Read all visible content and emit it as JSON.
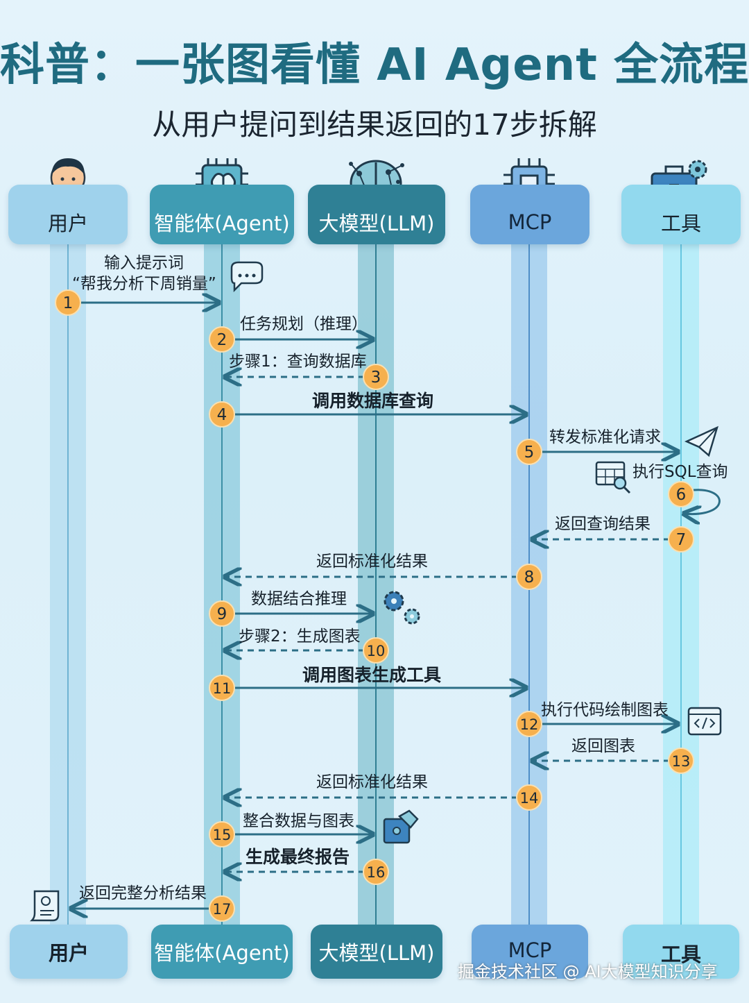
{
  "title": "科普：一张图看懂 AI Agent 全流程",
  "subtitle": "从用户提问到结果返回的17步拆解",
  "participants": [
    {
      "key": "user",
      "label": "用户",
      "icon": "user-avatar-icon"
    },
    {
      "key": "agent",
      "label": "智能体(Agent)",
      "icon": "chip-brain-icon"
    },
    {
      "key": "llm",
      "label": "大模型(LLM)",
      "icon": "neural-brain-icon"
    },
    {
      "key": "mcp",
      "label": "MCP",
      "icon": "processor-chip-icon"
    },
    {
      "key": "tool",
      "label": "工具",
      "icon": "toolbox-gears-icon"
    }
  ],
  "steps": [
    {
      "n": "1",
      "from": "user",
      "to": "agent",
      "style": "solid",
      "label": "输入提示词",
      "label2": "“帮我分析下周销量”"
    },
    {
      "n": "2",
      "from": "agent",
      "to": "llm",
      "style": "solid",
      "label": "任务规划（推理）"
    },
    {
      "n": "3",
      "from": "llm",
      "to": "agent",
      "style": "dashed",
      "label": "步骤1：查询数据库"
    },
    {
      "n": "4",
      "from": "agent",
      "to": "mcp",
      "style": "solid",
      "label": "调用数据库查询"
    },
    {
      "n": "5",
      "from": "mcp",
      "to": "tool",
      "style": "solid",
      "label": "转发标准化请求"
    },
    {
      "n": "6",
      "from": "tool",
      "to": "tool",
      "style": "self",
      "label": "执行SQL查询"
    },
    {
      "n": "7",
      "from": "tool",
      "to": "mcp",
      "style": "dashed",
      "label": "返回查询结果"
    },
    {
      "n": "8",
      "from": "mcp",
      "to": "agent",
      "style": "dashed",
      "label": "返回标准化结果"
    },
    {
      "n": "9",
      "from": "agent",
      "to": "llm",
      "style": "solid",
      "label": "数据结合推理"
    },
    {
      "n": "10",
      "from": "llm",
      "to": "agent",
      "style": "dashed",
      "label": "步骤2：生成图表"
    },
    {
      "n": "11",
      "from": "agent",
      "to": "mcp",
      "style": "solid",
      "label": "调用图表生成工具"
    },
    {
      "n": "12",
      "from": "mcp",
      "to": "tool",
      "style": "solid",
      "label": "执行代码绘制图表"
    },
    {
      "n": "13",
      "from": "tool",
      "to": "mcp",
      "style": "dashed",
      "label": "返回图表"
    },
    {
      "n": "14",
      "from": "mcp",
      "to": "agent",
      "style": "dashed",
      "label": "返回标准化结果"
    },
    {
      "n": "15",
      "from": "agent",
      "to": "llm",
      "style": "solid",
      "label": "整合数据与图表"
    },
    {
      "n": "16",
      "from": "llm",
      "to": "agent",
      "style": "dashed",
      "label": "生成最终报告"
    },
    {
      "n": "17",
      "from": "agent",
      "to": "user",
      "style": "solid",
      "label": "返回完整分析结果"
    }
  ],
  "watermark": "掘金技术社区 @ AI大模型知识分享",
  "colors": {
    "title": "#1f6b80",
    "arrow": "#2c6e86",
    "step_badge": "#f6b04e",
    "lifeline_user": "#b7def1",
    "lifeline_agent": "#8ccbdc",
    "lifeline_llm": "#7fc0cf",
    "lifeline_mcp": "#9cc9ec",
    "lifeline_tool": "#b2ecf8"
  }
}
